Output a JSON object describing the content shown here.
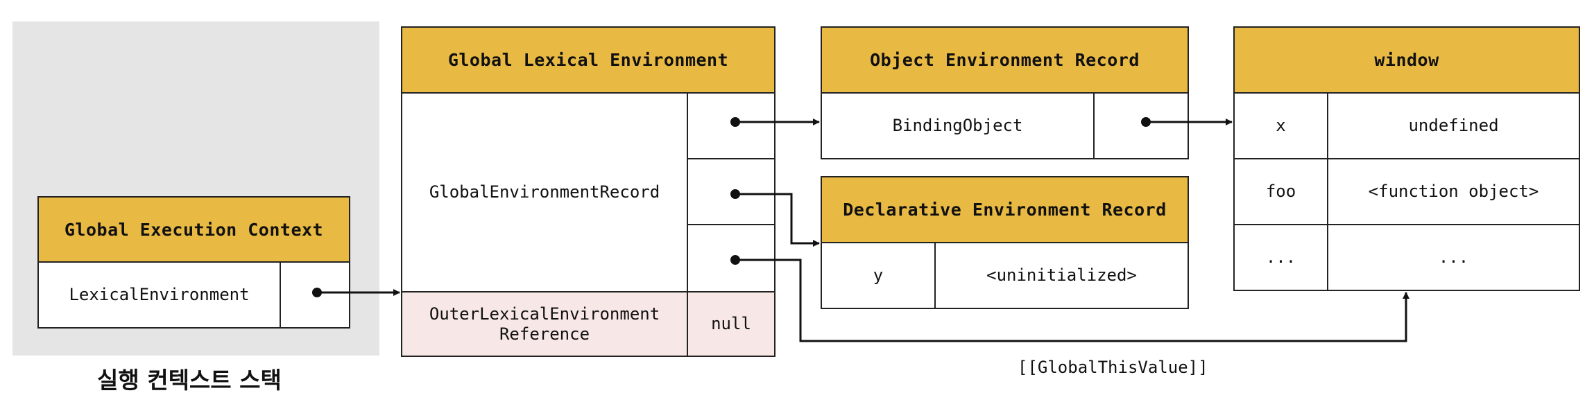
{
  "stack": {
    "caption": "실행 컨텍스트 스택",
    "context": {
      "title": "Global Execution Context",
      "row_label": "LexicalEnvironment"
    }
  },
  "lexical_env": {
    "title": "Global Lexical Environment",
    "record_label": "GlobalEnvironmentRecord",
    "outer_label": "OuterLexicalEnvironment\nReference",
    "outer_value": "null"
  },
  "object_record": {
    "title": "Object Environment Record",
    "binding_label": "BindingObject"
  },
  "declarative_record": {
    "title": "Declarative Environment Record",
    "row": {
      "name": "y",
      "value": "<uninitialized>"
    }
  },
  "window": {
    "title": "window",
    "rows": [
      {
        "name": "x",
        "value": "undefined"
      },
      {
        "name": "foo",
        "value": "<function object>"
      },
      {
        "name": "...",
        "value": "..."
      }
    ]
  },
  "this_value_label": "[[GlobalThisValue]]",
  "colors": {
    "header": "#e8b943",
    "stack_bg": "#e6e5e5",
    "outer_row": "#f7e7e6",
    "line": "#111111"
  }
}
